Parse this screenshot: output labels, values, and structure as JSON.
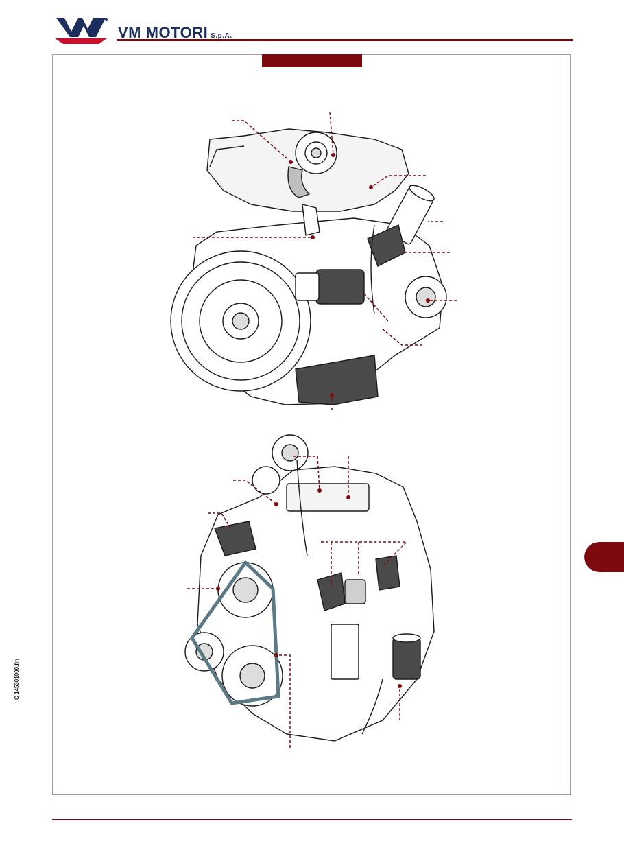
{
  "header": {
    "brand": "VM MOTORI",
    "brand_suffix": "S.p.A."
  },
  "side_code": "C 145301000.fm",
  "colors": {
    "accent": "#7d0a0f",
    "brand_blue": "#1b2e5e",
    "frame": "#b7929a",
    "leader": "#7d0a0f",
    "engine_dark": "#4a4a4a",
    "belt": "#5b7a86"
  }
}
